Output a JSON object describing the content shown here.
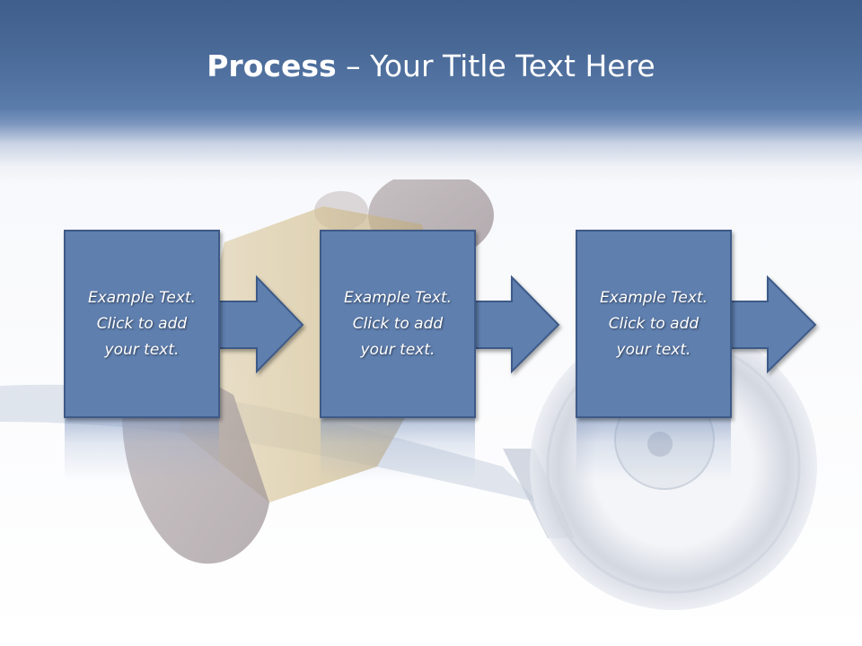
{
  "slide": {
    "title_bold": "Process",
    "title_rest": " – Your Title Text Here"
  },
  "steps": [
    {
      "text": "Example Text.\nClick  to add\nyour text."
    },
    {
      "text": "Example Text.\nClick  to add\nyour text."
    },
    {
      "text": "Example Text.\nClick  to add\nyour text."
    }
  ],
  "colors": {
    "header": "#4a6a98",
    "box_fill": "#5f7faf",
    "box_border": "#3e5a87"
  },
  "background_image": "stethoscope-photo"
}
